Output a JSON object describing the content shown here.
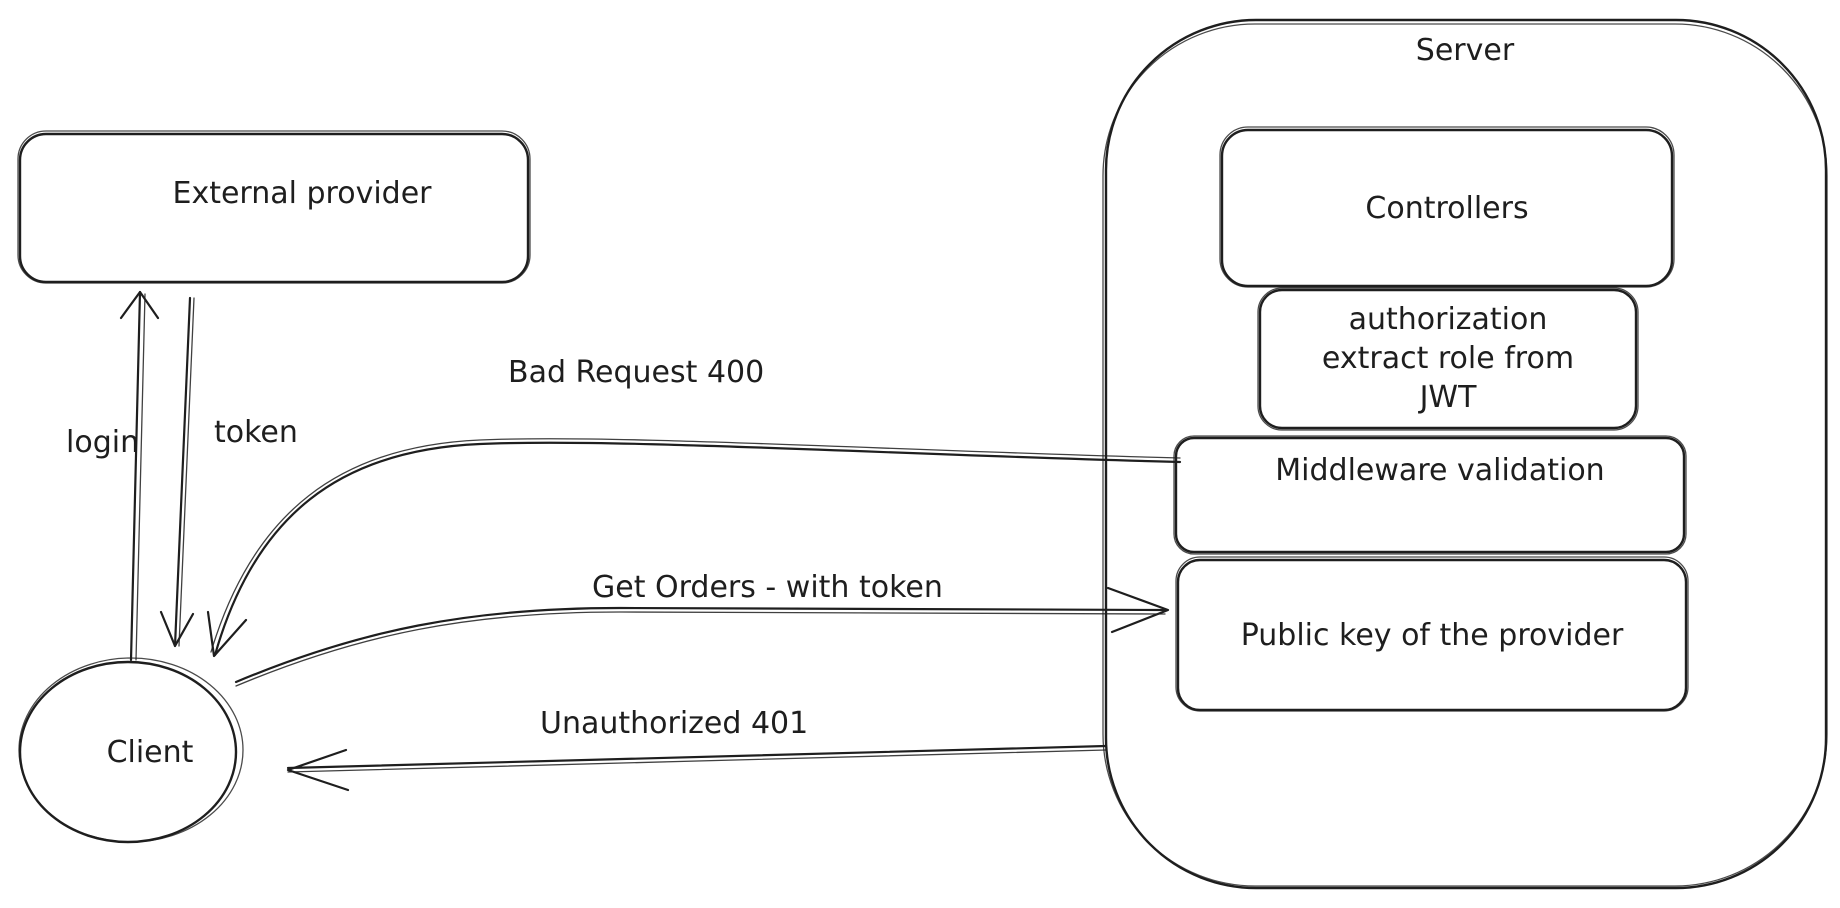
{
  "nodes": {
    "server": "Server",
    "external_provider": "External provider",
    "controllers": "Controllers",
    "authorization": [
      "authorization",
      "extract role from",
      "JWT"
    ],
    "middleware": "Middleware validation",
    "public_key": "Public key of the provider",
    "client": "Client"
  },
  "edges": {
    "login": "login",
    "token": "token",
    "bad_request": "Bad Request 400",
    "get_orders": "Get Orders - with token",
    "unauthorized": "Unauthorized 401"
  },
  "colors": {
    "stroke": "#1e1e1e",
    "background": "#ffffff"
  }
}
